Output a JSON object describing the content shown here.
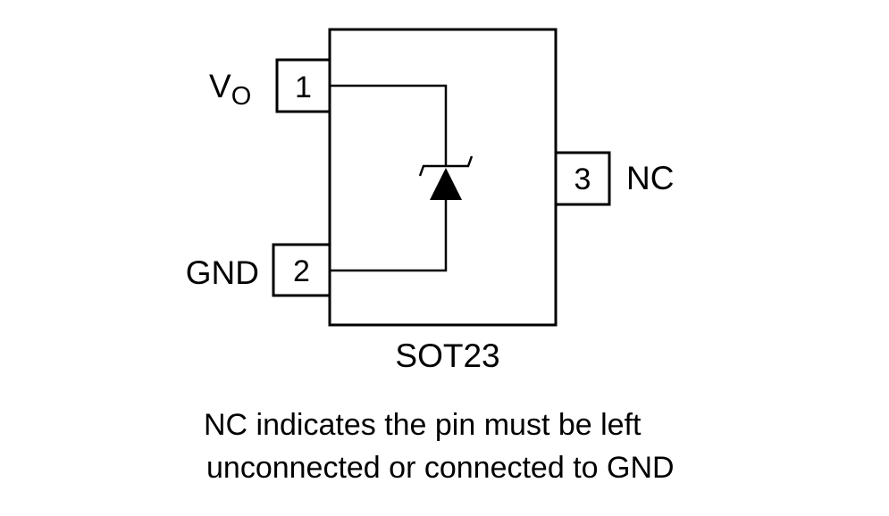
{
  "package": {
    "name": "SOT23"
  },
  "pins": [
    {
      "number": "1",
      "label": "V",
      "label_subscript": "O"
    },
    {
      "number": "2",
      "label": "GND"
    },
    {
      "number": "3",
      "label": "NC"
    }
  ],
  "note": {
    "line1": "NC indicates the pin must be left",
    "line2": "unconnected or connected to GND"
  },
  "colors": {
    "stroke": "#000000",
    "background": "#ffffff"
  },
  "icons": {
    "component": "zener-diode-icon"
  }
}
